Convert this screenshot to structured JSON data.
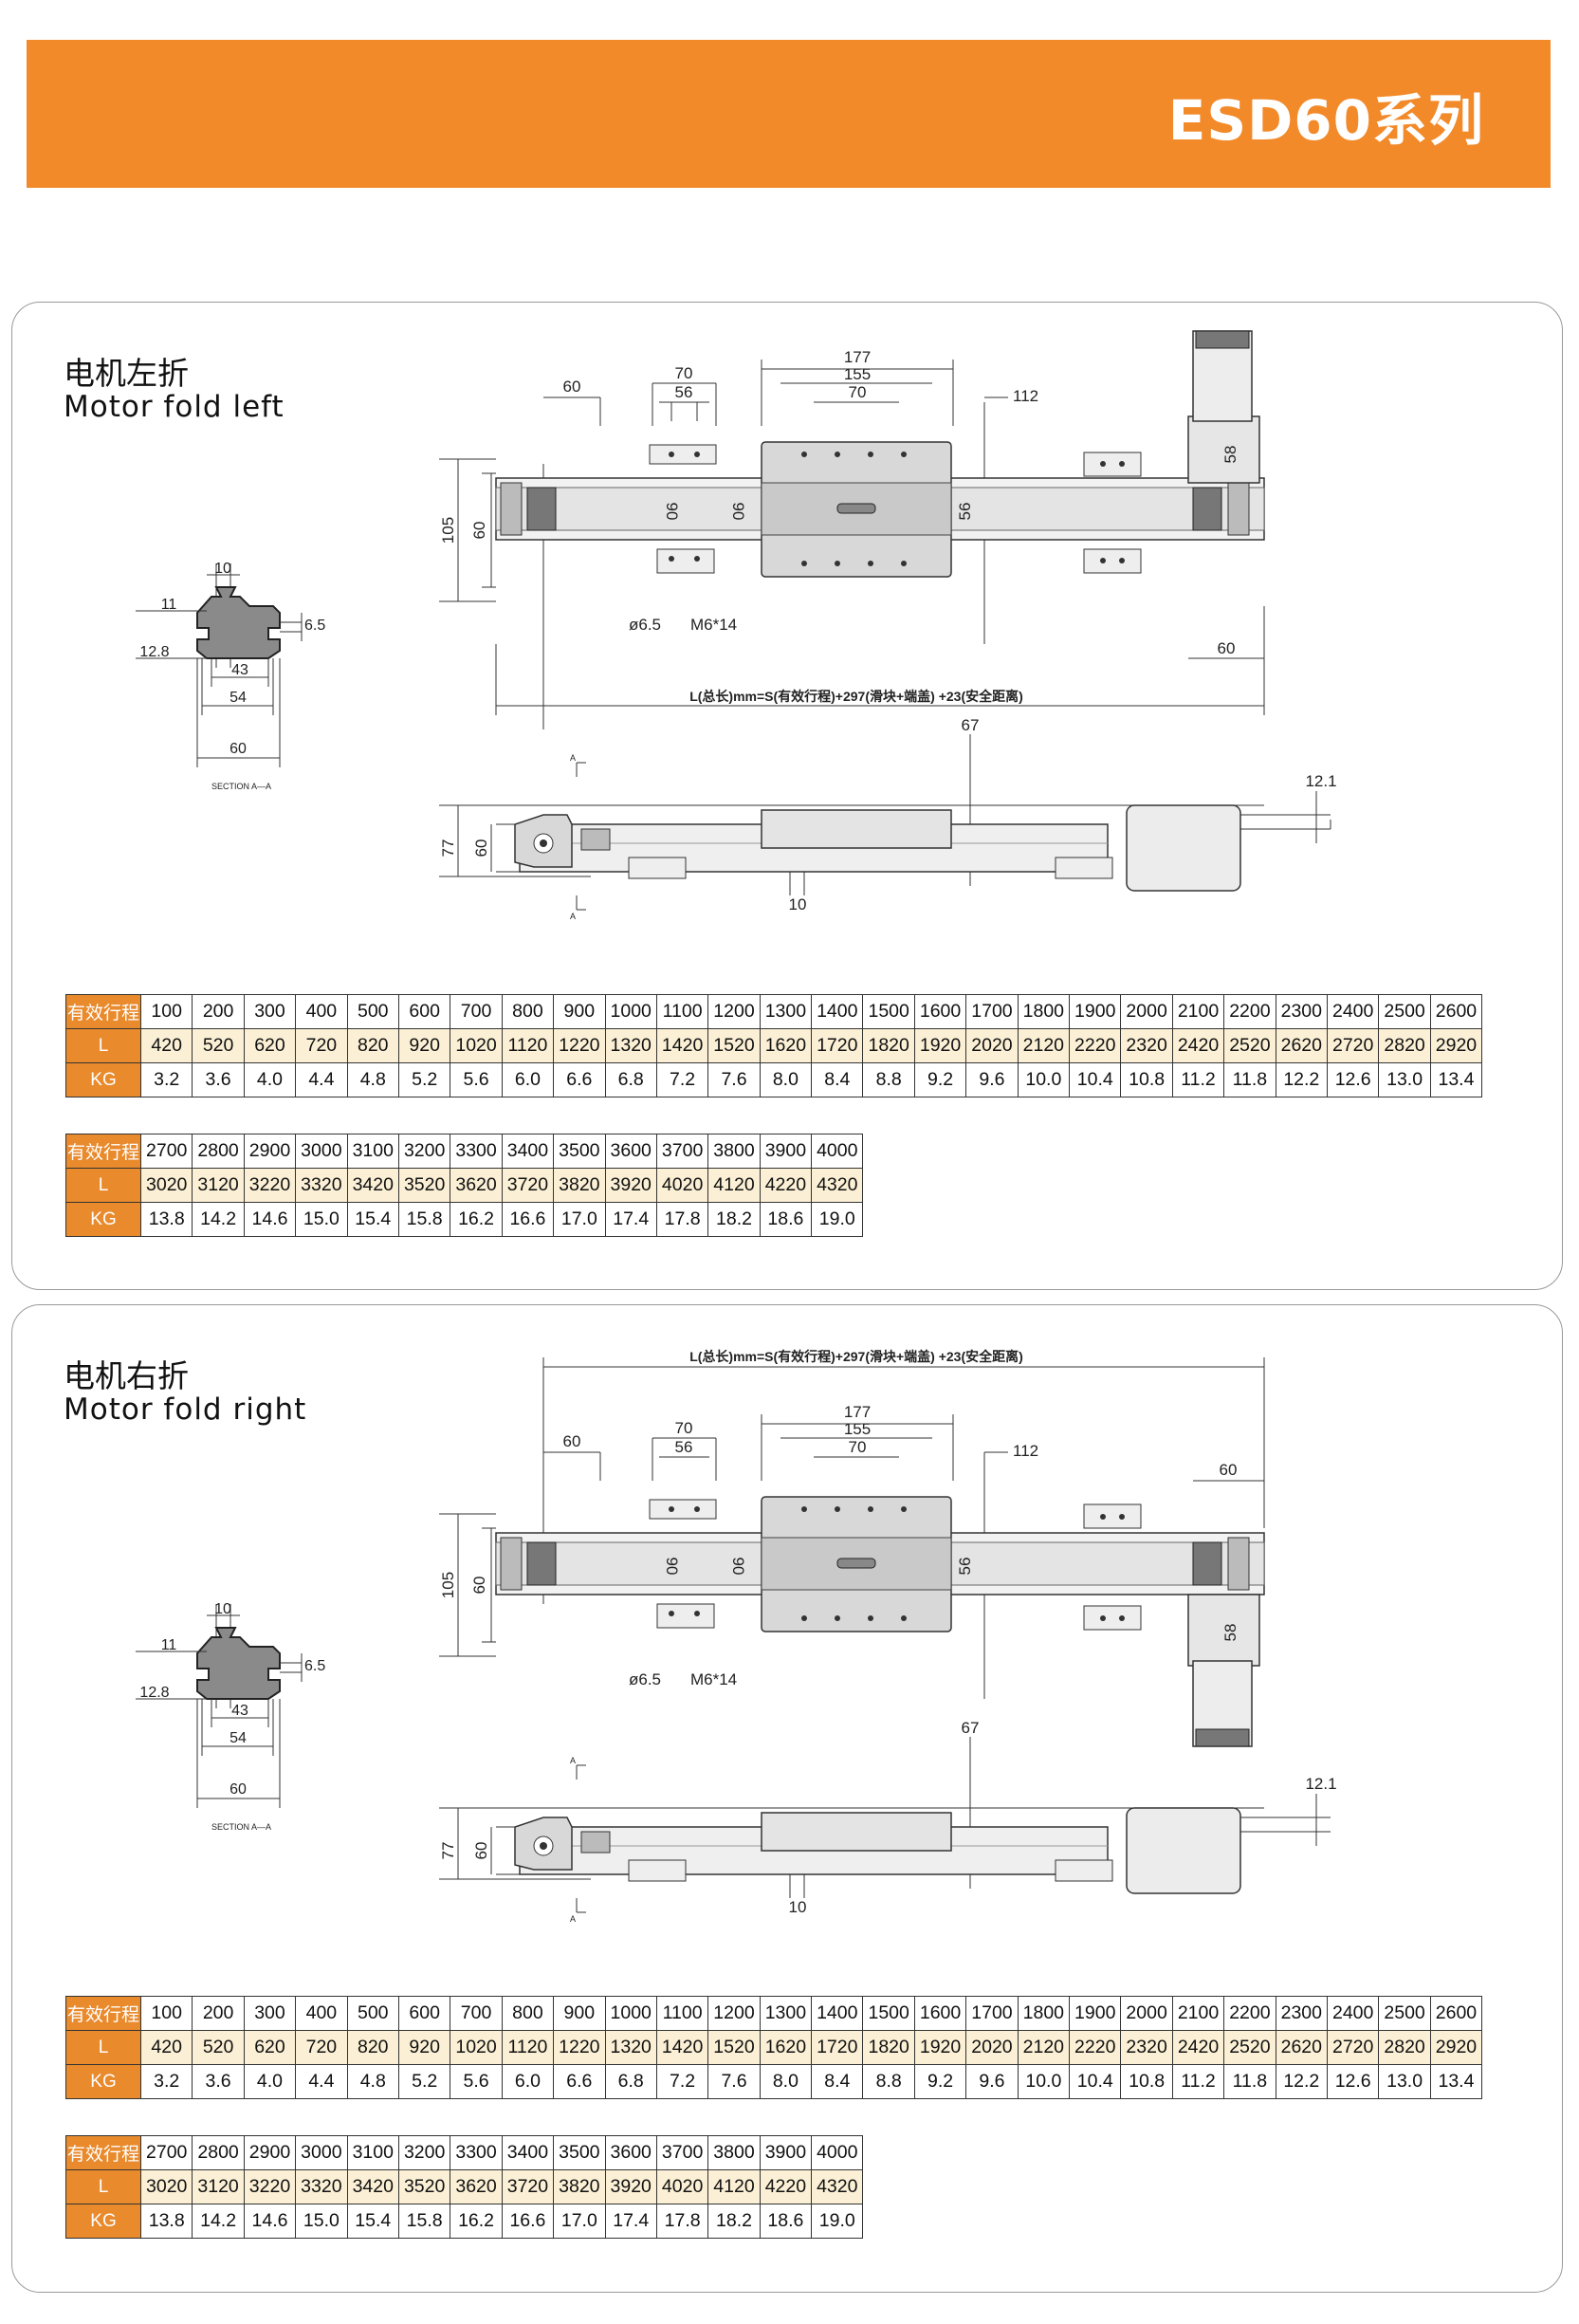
{
  "header": {
    "title": "ESD60系列"
  },
  "sections": [
    {
      "id": "left",
      "title_cn": "电机左折",
      "title_en": "Motor fold left",
      "dims": {
        "d60": "60",
        "d70": "70",
        "d56": "56",
        "d177": "177",
        "d155": "155",
        "d70b": "70",
        "d112": "112",
        "d58": "58",
        "d105": "105",
        "d60v": "60",
        "d90a": "90",
        "d90b": "90",
        "d56v": "56",
        "hole": "ø6.5",
        "screw": "M6*14",
        "d60r": "60",
        "formula": "L(总长)mm=S(有效行程)+297(滑块+端盖) +23(安全距离)",
        "sec10": "10",
        "sec11": "11",
        "sec65": "6.5",
        "sec128": "12.8",
        "sec43": "43",
        "sec54": "54",
        "sec60": "60",
        "section_label": "SECTION A—A",
        "d67": "67",
        "d121": "12.1",
        "d77": "77",
        "d60s": "60",
        "d10": "10",
        "markA1": "A",
        "markA2": "A"
      }
    },
    {
      "id": "right",
      "title_cn": "电机右折",
      "title_en": "Motor fold right",
      "dims": {
        "d60": "60",
        "d70": "70",
        "d56": "56",
        "d177": "177",
        "d155": "155",
        "d70b": "70",
        "d112": "112",
        "d58": "58",
        "d105": "105",
        "d60v": "60",
        "d90a": "90",
        "d90b": "90",
        "d56v": "56",
        "hole": "ø6.5",
        "screw": "M6*14",
        "d60r": "60",
        "formula": "L(总长)mm=S(有效行程)+297(滑块+端盖) +23(安全距离)",
        "sec10": "10",
        "sec11": "11",
        "sec65": "6.5",
        "sec128": "12.8",
        "sec43": "43",
        "sec54": "54",
        "sec60": "60",
        "section_label": "SECTION A—A",
        "d67": "67",
        "d121": "12.1",
        "d77": "77",
        "d60s": "60",
        "d10": "10",
        "markA1": "A",
        "markA2": "A"
      }
    }
  ],
  "table": {
    "row_labels": [
      "有效行程",
      "L",
      "KG"
    ],
    "part1": {
      "stroke": [
        "100",
        "200",
        "300",
        "400",
        "500",
        "600",
        "700",
        "800",
        "900",
        "1000",
        "1100",
        "1200",
        "1300",
        "1400",
        "1500",
        "1600",
        "1700",
        "1800",
        "1900",
        "2000",
        "2100",
        "2200",
        "2300",
        "2400",
        "2500",
        "2600"
      ],
      "L": [
        "420",
        "520",
        "620",
        "720",
        "820",
        "920",
        "1020",
        "1120",
        "1220",
        "1320",
        "1420",
        "1520",
        "1620",
        "1720",
        "1820",
        "1920",
        "2020",
        "2120",
        "2220",
        "2320",
        "2420",
        "2520",
        "2620",
        "2720",
        "2820",
        "2920"
      ],
      "KG": [
        "3.2",
        "3.6",
        "4.0",
        "4.4",
        "4.8",
        "5.2",
        "5.6",
        "6.0",
        "6.6",
        "6.8",
        "7.2",
        "7.6",
        "8.0",
        "8.4",
        "8.8",
        "9.2",
        "9.6",
        "10.0",
        "10.4",
        "10.8",
        "11.2",
        "11.8",
        "12.2",
        "12.6",
        "13.0",
        "13.4"
      ]
    },
    "part2": {
      "stroke": [
        "2700",
        "2800",
        "2900",
        "3000",
        "3100",
        "3200",
        "3300",
        "3400",
        "3500",
        "3600",
        "3700",
        "3800",
        "3900",
        "4000"
      ],
      "L": [
        "3020",
        "3120",
        "3220",
        "3320",
        "3420",
        "3520",
        "3620",
        "3720",
        "3820",
        "3920",
        "4020",
        "4120",
        "4220",
        "4320"
      ],
      "KG": [
        "13.8",
        "14.2",
        "14.6",
        "15.0",
        "15.4",
        "15.8",
        "16.2",
        "16.6",
        "17.0",
        "17.4",
        "17.8",
        "18.2",
        "18.6",
        "19.0"
      ]
    }
  }
}
